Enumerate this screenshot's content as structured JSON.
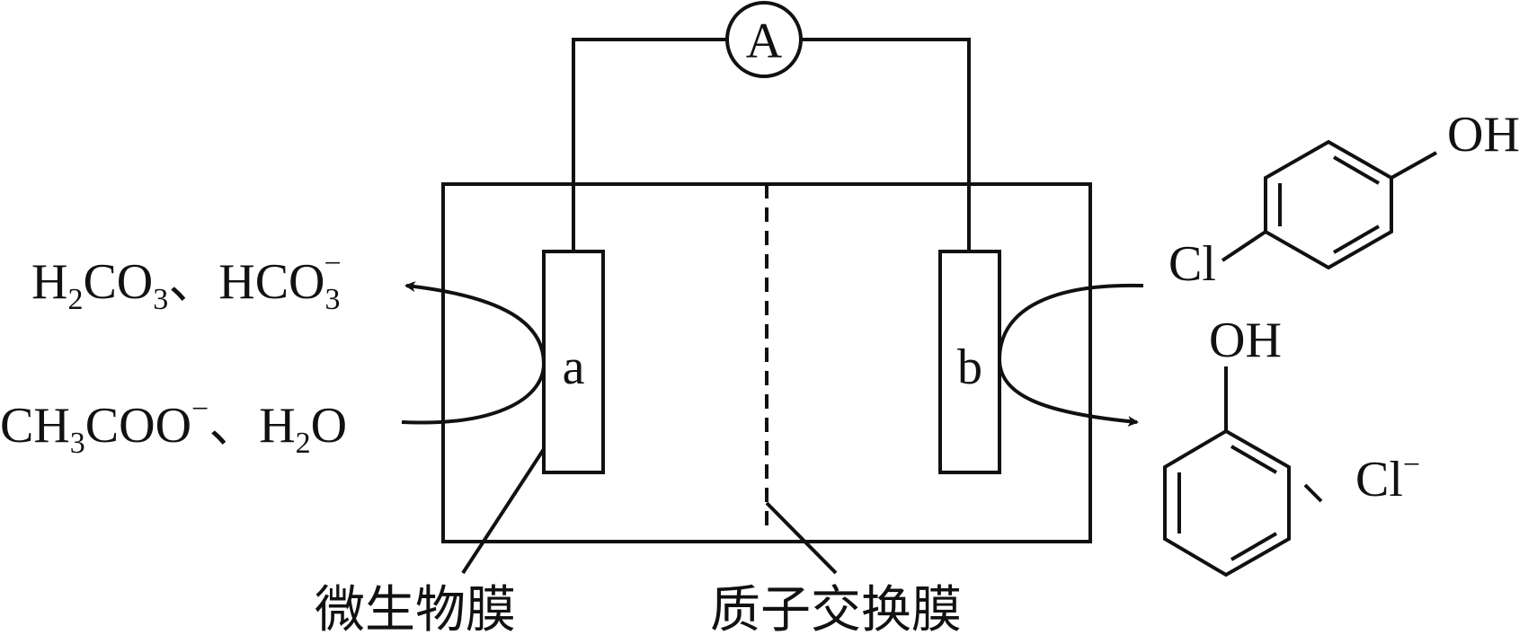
{
  "ammeter": {
    "label": "A"
  },
  "electrode_a": {
    "label": "a"
  },
  "electrode_b": {
    "label": "b"
  },
  "left_products": {
    "t1": "H",
    "t1_sub": "2",
    "t2": "CO",
    "t2_sub": "3",
    "sep": "、HCO",
    "t3_sub": "3",
    "t3_sup": "−"
  },
  "left_reactants": {
    "t1": "CH",
    "t1_sub": "3",
    "t2": "COO",
    "t2_sup": "−",
    "t3": "、H",
    "t3_sub": "2",
    "t4": "O"
  },
  "chlorophenol": {
    "oh": "OH",
    "cl": "Cl"
  },
  "phenol": {
    "oh": "OH"
  },
  "chloride": {
    "sep": "、",
    "cl": "Cl",
    "sup": "−"
  },
  "labels": {
    "biofilm": "微生物膜",
    "pem": "质子交换膜"
  }
}
